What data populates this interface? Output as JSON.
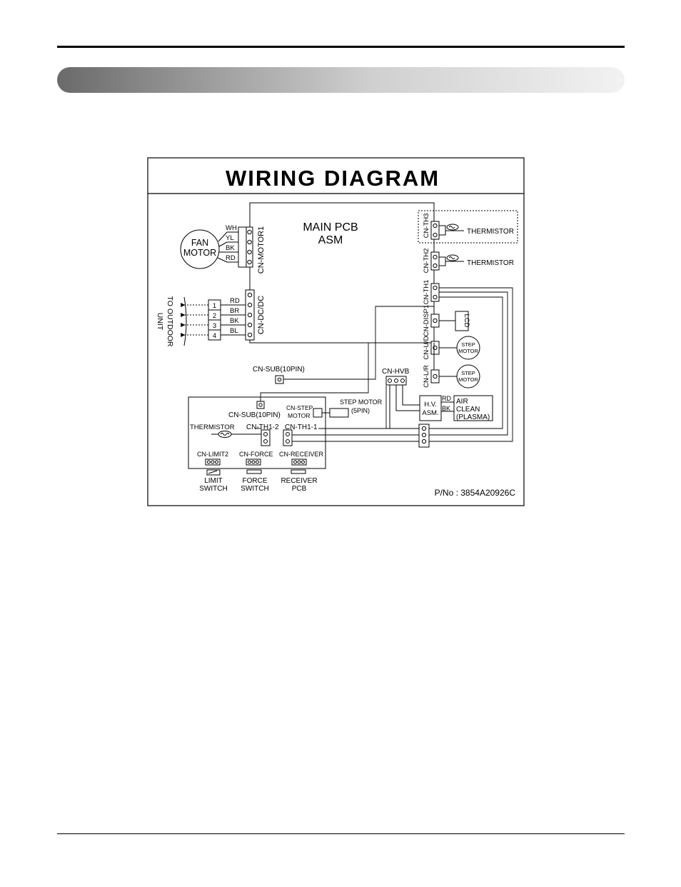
{
  "diagram": {
    "title": "WIRING DIAGRAM",
    "main_pcb_line1": "MAIN PCB",
    "main_pcb_line2": "ASM",
    "fan_motor_line1": "FAN",
    "fan_motor_line2": "MOTOR",
    "motor_wires": [
      "WH",
      "YL",
      "BK",
      "RD"
    ],
    "cn_motor1": "CN-MOTOR1",
    "outdoor_line1": "TO OUTDOOR",
    "outdoor_line2": "UNIT",
    "terminals": [
      "1",
      "2",
      "3",
      "4"
    ],
    "dc_wires": [
      "RD",
      "BR",
      "BK",
      "BL"
    ],
    "cn_dcdc": "CN-DC/DC",
    "cn_sub_main": "CN-SUB(10PIN)",
    "cn_th3": "CN-TH3",
    "cn_th2": "CN-TH2",
    "cn_th1": "CN-TH1",
    "cn_disp1": "CN-DISP1",
    "cn_ud": "CN-U/D",
    "cn_lr": "CN-L/R",
    "thermistor_th3": "THERMISTOR",
    "thermistor_th2": "THERMISTOR",
    "lcd": "LCD",
    "step_motor_ud_line1": "STEP",
    "step_motor_ud_line2": "MOTOR",
    "step_motor_lr_line1": "STEP",
    "step_motor_lr_line2": "MOTOR",
    "cn_hvb": "CN-HVB",
    "hv_line1": "H.V.",
    "hv_line2": "ASM.",
    "hv_rd": "RD",
    "hv_bk": "BK",
    "air_clean_line1": "AIR",
    "air_clean_line2": "CLEAN",
    "air_clean_line3": "(PLASMA)",
    "cn_sub_sub": "CN-SUB(10PIN)",
    "cn_step_line1": "CN-STEP",
    "cn_step_line2": "MOTOR",
    "step_5pin_line1": "STEP MOTOR",
    "step_5pin_line2": "(5PIN)",
    "thermistor_sub": "THERMISTOR",
    "cn_th1_2": "CN-TH1-2",
    "cn_th1_1": "CN-TH1-1",
    "cn_limit2": "CN-LIMIT2",
    "cn_force": "CN-FORCE",
    "cn_receiver": "CN-RECEIVER",
    "limit_line1": "LIMIT",
    "limit_line2": "SWITCH",
    "force_line1": "FORCE",
    "force_line2": "SWITCH",
    "receiver_line1": "RECEIVER",
    "receiver_line2": "PCB",
    "part_no": "P/No : 3854A20926C"
  }
}
